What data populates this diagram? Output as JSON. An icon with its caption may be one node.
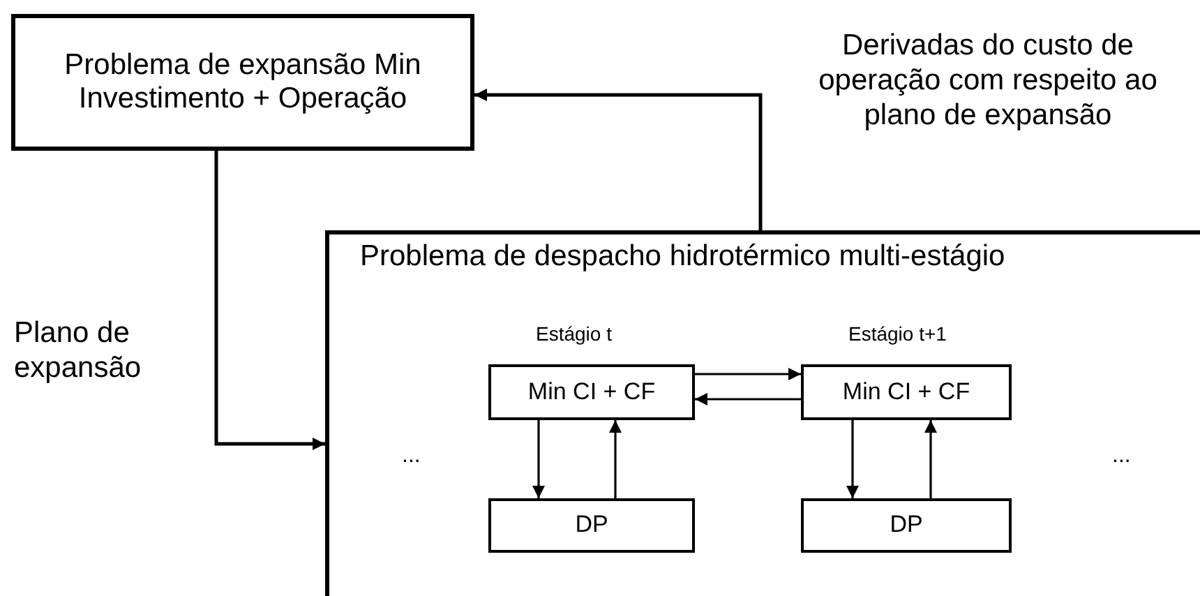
{
  "diagram": {
    "nodes": [
      {
        "text": [
          "Problema de expansão Min Investimento + Operação"
        ]
      },
      {
        "text": [
          "Problema de despacho hidrotérmico multi-estágio"
        ]
      },
      {
        "text": [
          "Min CI + CF"
        ],
        "in": 1,
        "beside": [
          "Estágio t"
        ]
      },
      {
        "text": [
          "DP"
        ],
        "in": 1
      },
      {
        "text": [
          "Min CI + CF"
        ],
        "in": 1,
        "beside": [
          "Estágio t+1"
        ]
      },
      {
        "text": [
          "DP"
        ],
        "in": 1
      }
    ],
    "edges": [
      {
        "from": 0,
        "to": 1,
        "arrow": "to",
        "label": "Plano de expansão"
      },
      {
        "from": 1,
        "to": 0,
        "arrow": "to",
        "label": "Derivadas do custo de operação com respeito ao plano de expansão"
      },
      {
        "from": 2,
        "to": 4,
        "arrow": "to"
      },
      {
        "from": 4,
        "to": 2,
        "arrow": "to"
      },
      {
        "from": 2,
        "to": 3,
        "arrow": "to"
      },
      {
        "from": 3,
        "to": 2,
        "arrow": "to"
      },
      {
        "from": 4,
        "to": 5,
        "arrow": "to"
      },
      {
        "from": 5,
        "to": 4,
        "arrow": "to"
      }
    ],
    "labels": [
      "...",
      "..."
    ]
  }
}
